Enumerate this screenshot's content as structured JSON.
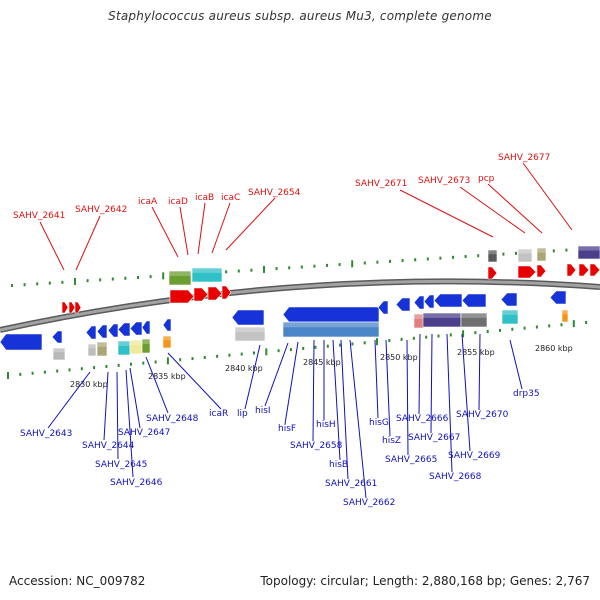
{
  "title": "Staphylococcus aureus subsp. aureus Mu3, complete genome",
  "footer": {
    "accession": "Accession: NC_009782",
    "topology": "Topology: circular; Length: 2,880,168 bp; Genes: 2,767"
  },
  "colors": {
    "upper_label": "#dd1111",
    "lower_label": "#1111bb",
    "backbone": "#8a8a8a",
    "tick": "#2e8b2e"
  },
  "scale_labels": [
    "2830 kbp",
    "2835 kbp",
    "2840 kbp",
    "2845 kbp",
    "2850 kbp",
    "2855 kbp",
    "2860 kbp"
  ],
  "upper_labels": [
    "SAHV_2641",
    "SAHV_2642",
    "icaA",
    "icaD",
    "icaB",
    "icaC",
    "SAHV_2654",
    "SAHV_2671",
    "SAHV_2673",
    "pcp",
    "SAHV_2677"
  ],
  "lower_labels": [
    "SAHV_2643",
    "SAHV_2644",
    "SAHV_2645",
    "SAHV_2646",
    "SAHV_2647",
    "SAHV_2648",
    "icaR",
    "lip",
    "hisI",
    "hisF",
    "SAHV_2658",
    "hisH",
    "hisB",
    "SAHV_2661",
    "SAHV_2662",
    "hisG",
    "hisZ",
    "SAHV_2665",
    "SAHV_2666",
    "SAHV_2667",
    "SAHV_2668",
    "SAHV_2669",
    "SAHV_2670",
    "drp35"
  ]
}
